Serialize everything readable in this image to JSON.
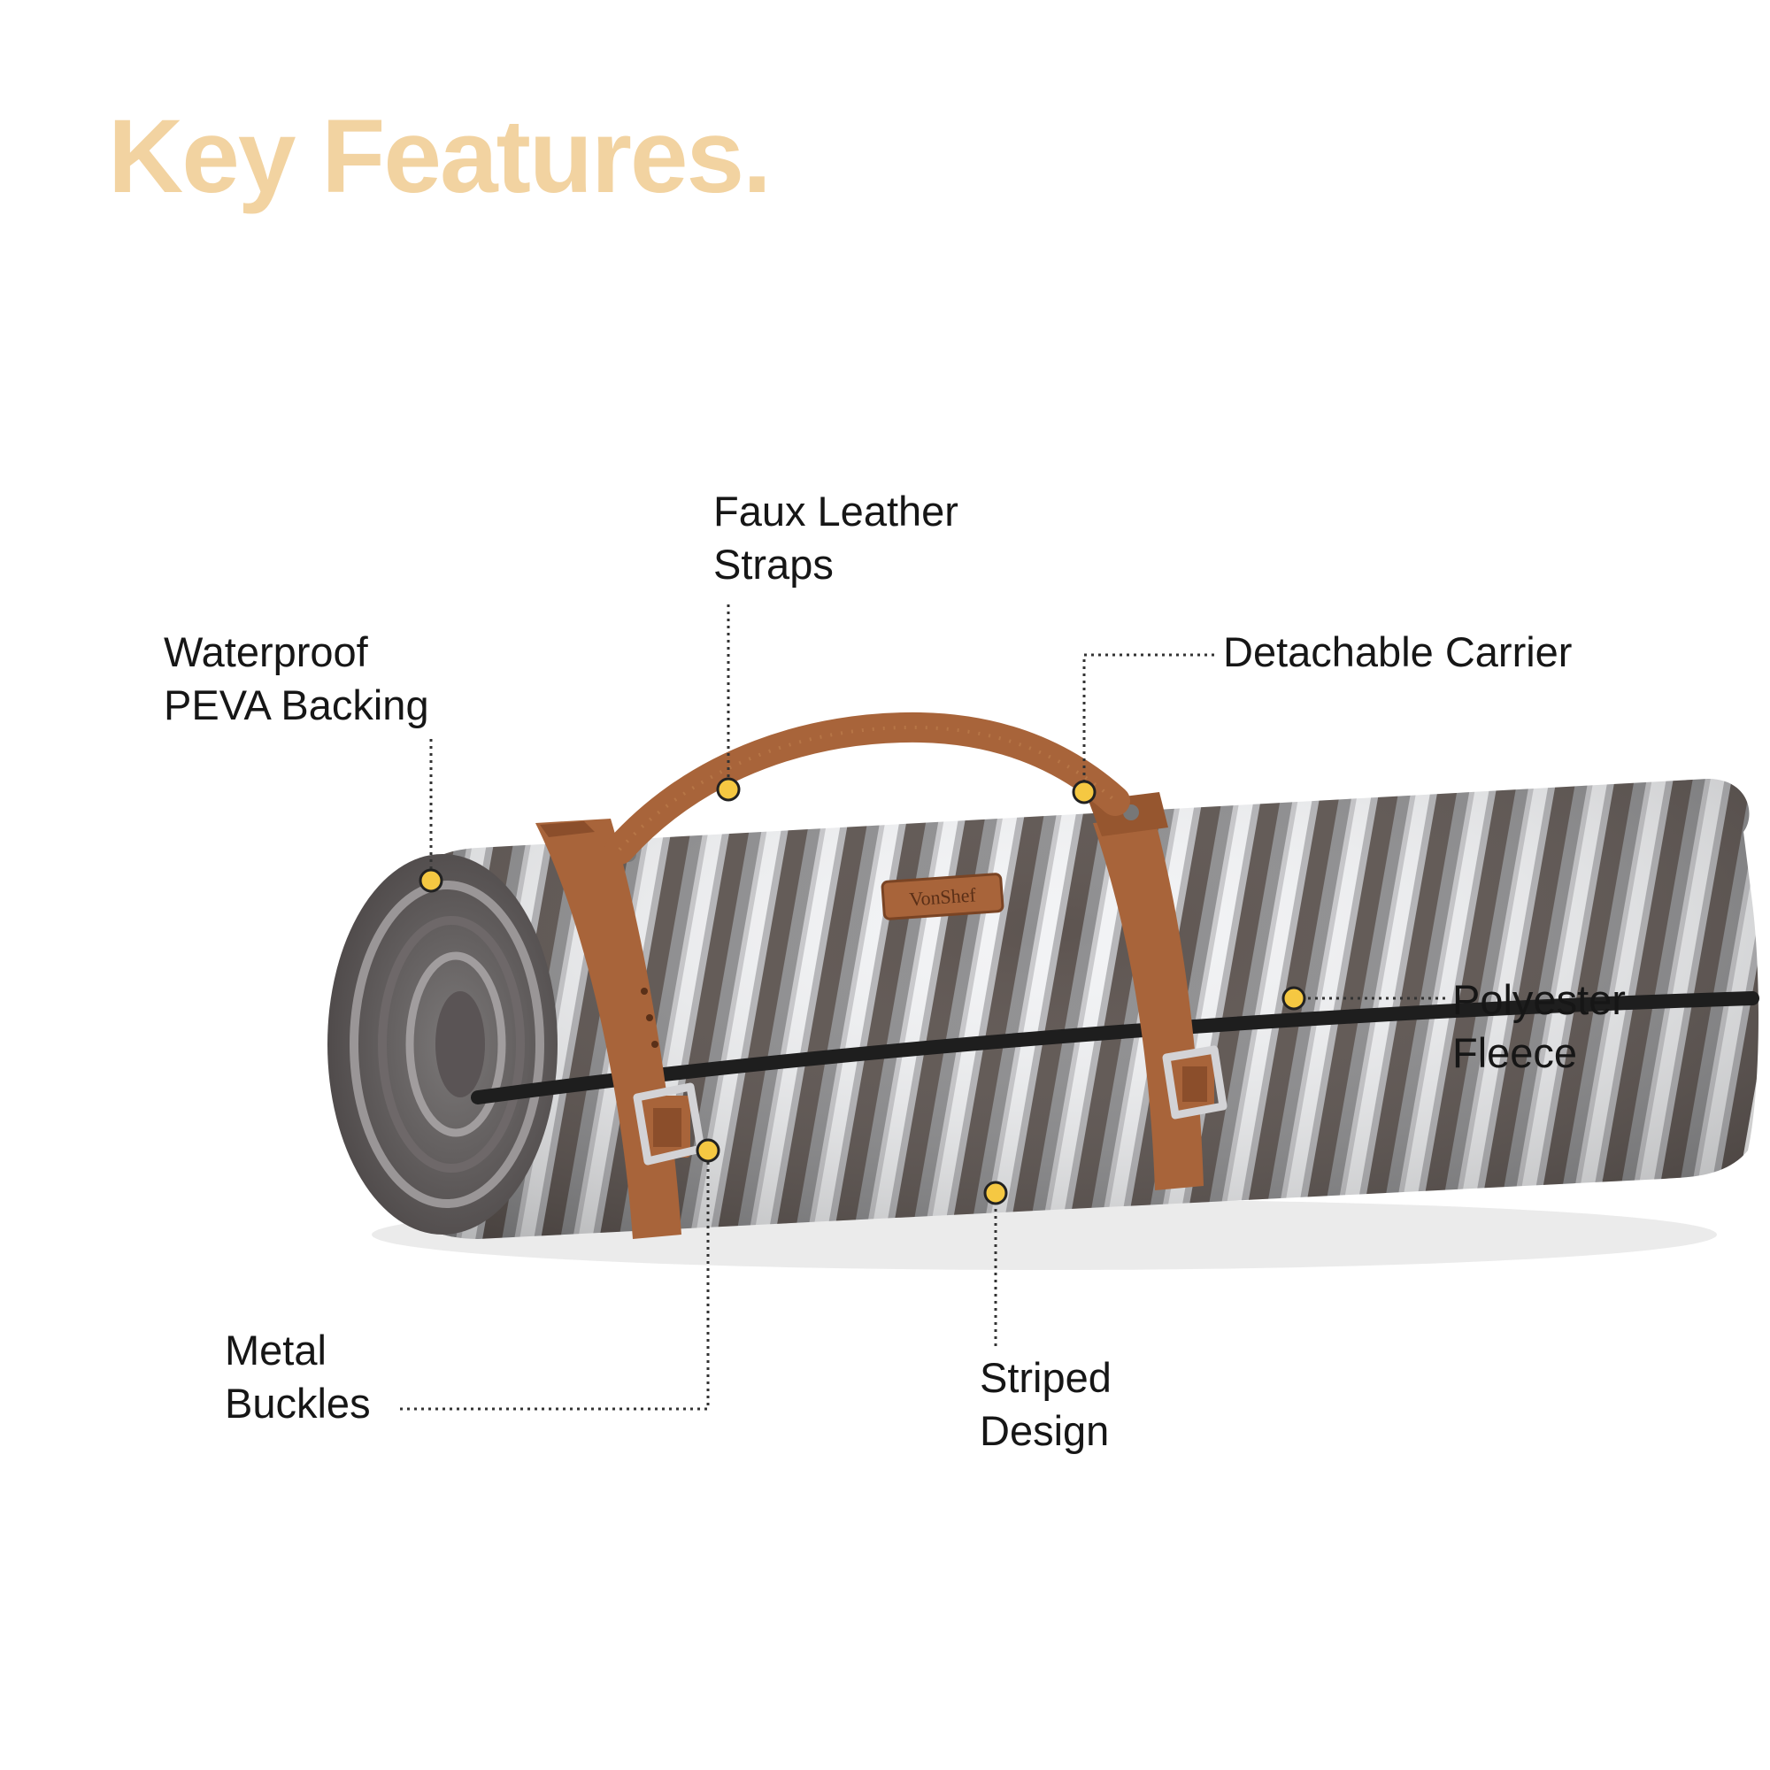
{
  "header": {
    "title": "Key Features."
  },
  "colors": {
    "title": "#f2d3a1",
    "marker": "#f5c842",
    "leather": "#a8643a",
    "stripe_dark": "#5d5450",
    "stripe_mid": "#8e8e90",
    "stripe_light": "#f2f3f5"
  },
  "product": {
    "brand_tag": "VonShef"
  },
  "features": {
    "straps": {
      "line1": "Faux Leather",
      "line2": "Straps"
    },
    "backing": {
      "line1": "Waterproof",
      "line2": "PEVA Backing"
    },
    "carrier": {
      "line1": "Detachable Carrier"
    },
    "fleece": {
      "line1": "Polyester",
      "line2": "Fleece"
    },
    "buckles": {
      "line1": "Metal",
      "line2": "Buckles"
    },
    "stripes": {
      "line1": "Striped",
      "line2": "Design"
    }
  }
}
